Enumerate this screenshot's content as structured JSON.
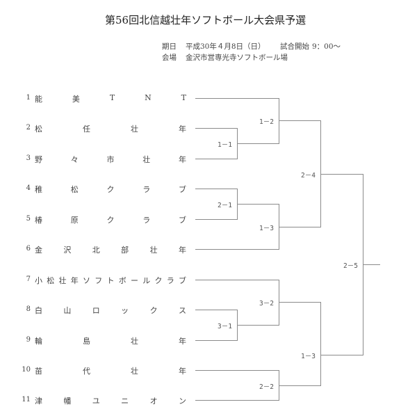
{
  "document": {
    "title": "第56回北信越壮年ソフトボール大会県予選",
    "info": {
      "date_label": "期日",
      "date_value": "平成30年４月8日（日）",
      "start_label": "試合開始",
      "start_value": "9：00～",
      "venue_label": "会場",
      "venue_value": "金沢市営専光寺ソフトボール場"
    }
  },
  "teams": [
    {
      "num": "1",
      "chars": [
        "能",
        "美",
        "T",
        "N",
        "T"
      ],
      "name": "能美TNT"
    },
    {
      "num": "2",
      "chars": [
        "松",
        "任",
        "壮",
        "年"
      ],
      "name": "松任壮年"
    },
    {
      "num": "3",
      "chars": [
        "野",
        "々",
        "市",
        "壮",
        "年"
      ],
      "name": "野々市壮年"
    },
    {
      "num": "4",
      "chars": [
        "稚",
        "松",
        "ク",
        "ラ",
        "ブ"
      ],
      "name": "稚松クラブ"
    },
    {
      "num": "5",
      "chars": [
        "椿",
        "原",
        "ク",
        "ラ",
        "ブ"
      ],
      "name": "椿原クラブ"
    },
    {
      "num": "6",
      "chars": [
        "金",
        "沢",
        "北",
        "部",
        "壮",
        "年"
      ],
      "name": "金沢北部壮年"
    },
    {
      "num": "7",
      "chars": [
        "小",
        "松",
        "壮",
        "年",
        "ソ",
        "フ",
        "ト",
        "ボ",
        "ー",
        "ル",
        "ク",
        "ラ",
        "ブ"
      ],
      "name": "小松壮年ソフトボールクラブ"
    },
    {
      "num": "8",
      "chars": [
        "白",
        "山",
        "ロ",
        "ッ",
        "ク",
        "ス"
      ],
      "name": "白山ロックス"
    },
    {
      "num": "9",
      "chars": [
        "輪",
        "島",
        "壮",
        "年"
      ],
      "name": "輪島壮年"
    },
    {
      "num": "10",
      "chars": [
        "苗",
        "代",
        "壮",
        "年"
      ],
      "name": "苗代壮年"
    },
    {
      "num": "11",
      "chars": [
        "津",
        "幡",
        "ユ",
        "ニ",
        "オ",
        "ン"
      ],
      "name": "津幡ユニオン"
    }
  ],
  "scores": {
    "m1_2v3": "1－1",
    "m2_1vW": "1－2",
    "m3_4v5": "2－1",
    "m4_Wv6": "1－3",
    "m5_semi_top": "2－4",
    "m6_8v9": "3－1",
    "m7_7vW": "3－2",
    "m8_10v11": "2－2",
    "m9_semi_bottom": "1－3",
    "final": "2－5"
  },
  "colors": {
    "line": "#8a8a8a",
    "text": "#444444"
  }
}
